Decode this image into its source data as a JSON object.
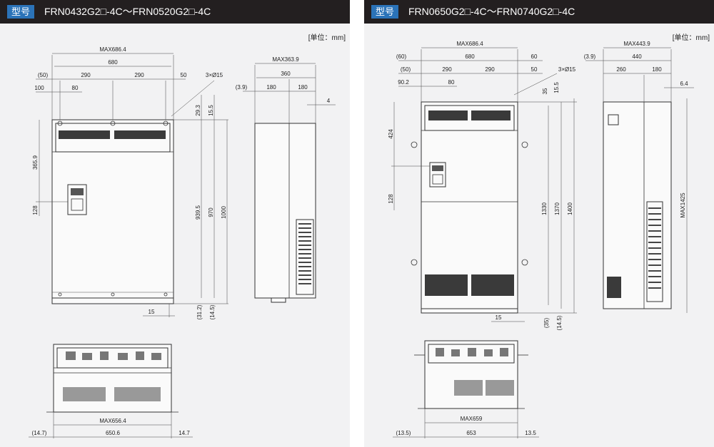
{
  "badge": "型号",
  "unit": "[单位：mm]",
  "left": {
    "model": "FRN0432G2□-4C～FRN0520G2□-4C",
    "dims": {
      "max_width": "MAX686.4",
      "width": "680",
      "p50a": "(50)",
      "p290a": "290",
      "p290b": "290",
      "p50b": "50",
      "p100": "100",
      "p80": "80",
      "holes": "3×Ø15",
      "p29_3": "29.3",
      "p15_5": "15.5",
      "h365_9": "365.9",
      "h128": "128",
      "h939_5": "939.5",
      "h970": "970",
      "h1000": "1000",
      "p15": "15",
      "p31_2": "(31.2)",
      "p14_5": "(14.5)",
      "max_depth": "MAX363.9",
      "depth": "360",
      "d3_9": "(3.9)",
      "d180a": "180",
      "d180b": "180",
      "d4": "4",
      "max_bottom": "MAX656.4",
      "b14_7a": "(14.7)",
      "b650_6": "650.6",
      "b14_7b": "14.7"
    }
  },
  "right": {
    "model": "FRN0650G2□-4C～FRN0740G2□-4C",
    "dims": {
      "max_width": "MAX686.4",
      "p60a": "(60)",
      "width": "680",
      "p60b": "60",
      "p50a": "(50)",
      "p290a": "290",
      "p290b": "290",
      "p50b": "50",
      "holes": "3×Ø15",
      "p90_2": "90.2",
      "p80": "80",
      "p35": "35",
      "p15_5": "15.5",
      "h424": "424",
      "h128": "128",
      "h1330": "1330",
      "h1370": "1370",
      "h1400": "1400",
      "p15": "15",
      "p35b": "(35)",
      "p14_5": "(14.5)",
      "max_depth": "MAX443.9",
      "d3_9": "(3.9)",
      "depth": "440",
      "d260": "260",
      "d180": "180",
      "d6_4": "6.4",
      "hmax": "MAX1425",
      "max_bottom": "MAX659",
      "b13_5a": "(13.5)",
      "b653": "653",
      "b13_5b": "13.5"
    }
  }
}
